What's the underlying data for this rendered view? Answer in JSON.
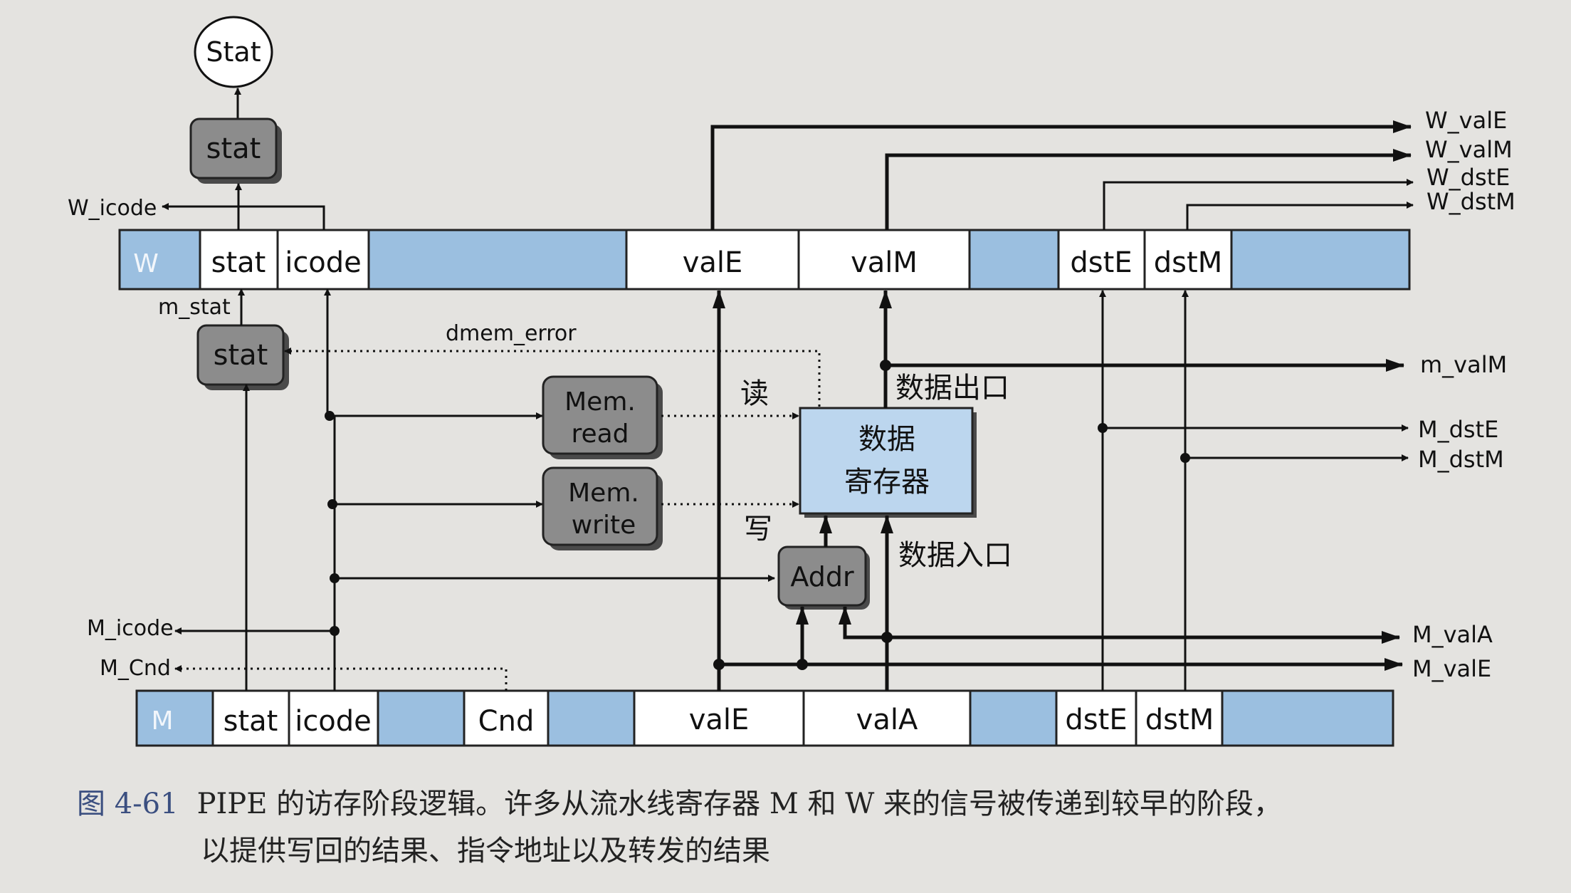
{
  "colors": {
    "register_fill": "#9bbfe0",
    "box_gray": "#8c8c8c",
    "ram_fill": "#bcd6ee",
    "line": "#111111"
  },
  "stat_out": "Stat",
  "w_stage_letter": "W",
  "m_stage_letter": "M",
  "w_fields": [
    "stat",
    "icode",
    "valE",
    "valM",
    "dstE",
    "dstM"
  ],
  "m_fields": [
    "stat",
    "icode",
    "Cnd",
    "valE",
    "valA",
    "dstE",
    "dstM"
  ],
  "blocks": {
    "stat_w": "stat",
    "stat_m": "stat",
    "mem_read": [
      "Mem.",
      "read"
    ],
    "mem_write": [
      "Mem.",
      "write"
    ],
    "data_mem": [
      "数据",
      "寄存器"
    ],
    "addr": "Addr"
  },
  "signals": {
    "w_icode": "W_icode",
    "m_stat": "m_stat",
    "dmem_error": "dmem_error",
    "read": "读",
    "write": "写",
    "data_out": "数据出口",
    "data_in": "数据入口",
    "m_icode": "M_icode",
    "m_cnd": "M_Cnd"
  },
  "outputs": [
    "W_valE",
    "W_valM",
    "W_dstE",
    "W_dstM",
    "m_valM",
    "M_dstE",
    "M_dstM",
    "M_valA",
    "M_valE"
  ],
  "caption": {
    "fig": "图 4-61",
    "line1": "PIPE 的访存阶段逻辑。许多从流水线寄存器 M 和 W 来的信号被传递到较早的阶段，",
    "line2": "以提供写回的结果、指令地址以及转发的结果"
  }
}
